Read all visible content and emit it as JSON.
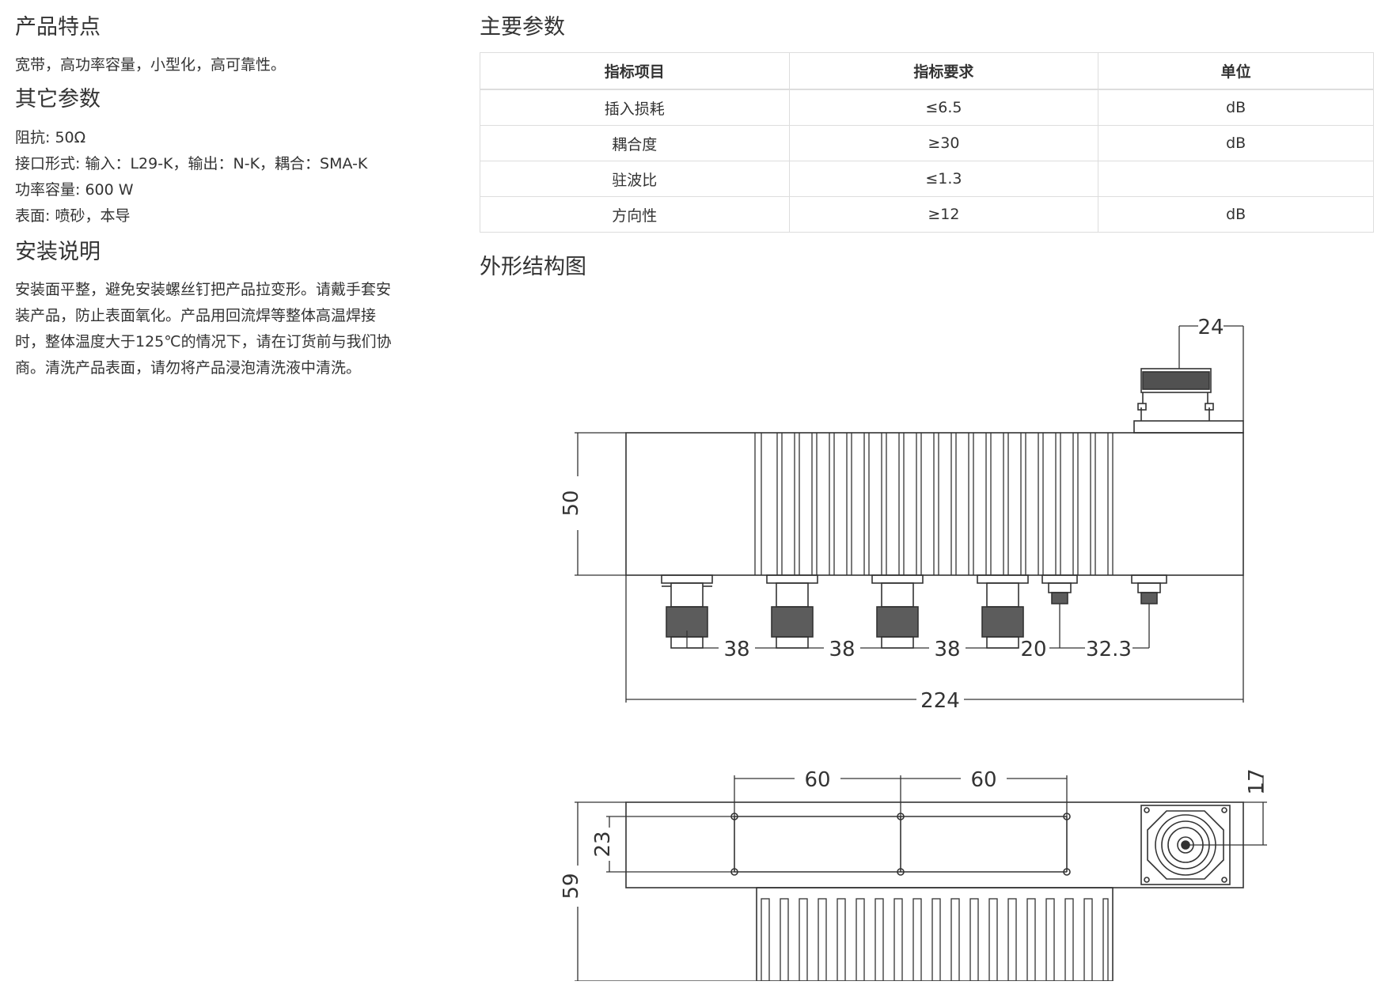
{
  "features": {
    "title": "产品特点",
    "text": "宽带，高功率容量，小型化，高可靠性。"
  },
  "other_params": {
    "title": "其它参数",
    "items": [
      "阻抗: 50Ω",
      "接口形式: 输入：L29-K，输出：N-K，耦合：SMA-K",
      "功率容量: 600 W",
      "表面: 喷砂，本导"
    ]
  },
  "install": {
    "title": "安装说明",
    "lines": [
      "安装面平整，避免安装螺丝钉把产品拉变形。请戴手套安",
      "装产品，防止表面氧化。产品用回流焊等整体高温焊接",
      "时，整体温度大于125℃的情况下，请在订货前与我们协",
      "商。清洗产品表面，请勿将产品浸泡清洗液中清洗。"
    ]
  },
  "main_params": {
    "title": "主要参数",
    "headers": [
      "指标项目",
      "指标要求",
      "单位"
    ],
    "rows": [
      [
        "插入损耗",
        "≤6.5",
        "dB"
      ],
      [
        "耦合度",
        "≥30",
        "dB"
      ],
      [
        "驻波比",
        "≤1.3",
        ""
      ],
      [
        "方向性",
        "≥12",
        "dB"
      ]
    ]
  },
  "drawing": {
    "title": "外形结构图",
    "dims_front": {
      "top_connector": "24",
      "height": "50",
      "spacing": [
        "38",
        "38",
        "38",
        "20",
        "32.3"
      ],
      "total_length": "224"
    },
    "dims_bottom": {
      "mount_spacing": [
        "60",
        "60"
      ],
      "hole_height": "23",
      "total_height": "59",
      "connector_offset": "17"
    }
  }
}
